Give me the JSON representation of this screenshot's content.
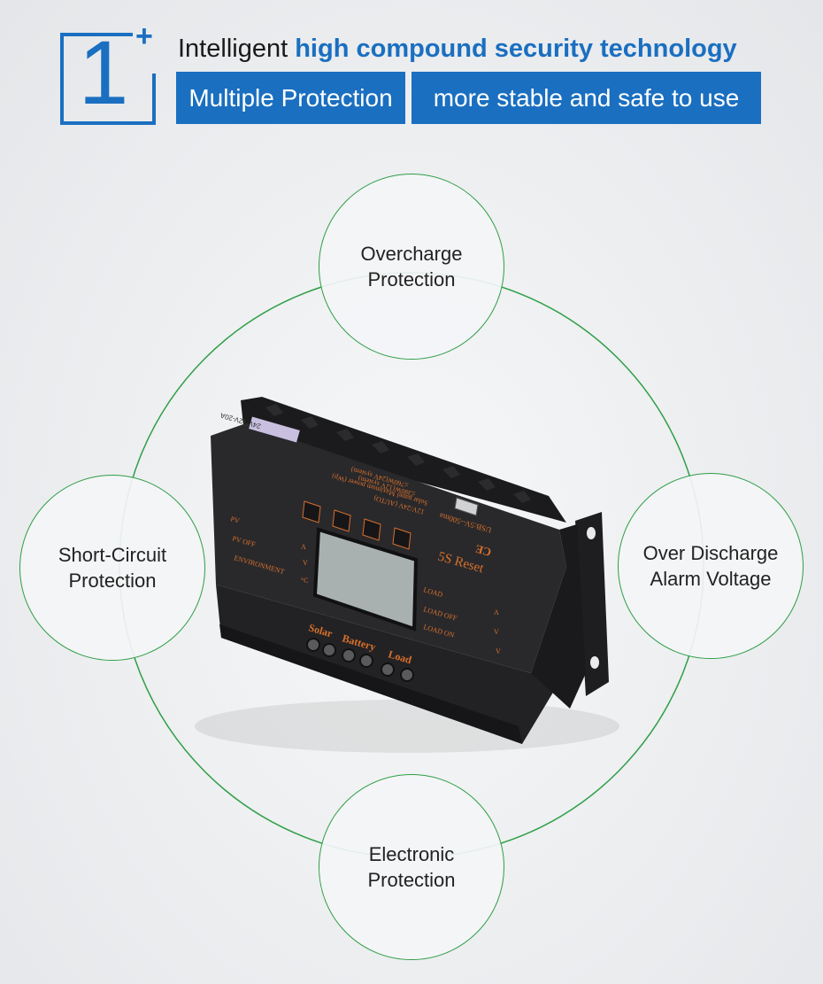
{
  "header": {
    "badge_number": "1",
    "badge_plus": "+",
    "headline_prefix": "Intelligent",
    "headline_highlight": "high compound security technology",
    "tag_left": "Multiple Protection",
    "tag_right": "more stable and safe to use"
  },
  "features": {
    "top": "Overcharge Protection",
    "left": "Short-Circuit Protection",
    "right": "Over Discharge Alarm Voltage",
    "bottom": "Electronic Protection"
  },
  "device": {
    "reset_label": "5S Reset",
    "brand_mark": "CE",
    "usb_spec": "USB:5V--500ma",
    "spec_line1": "12V/24V (AUTO)",
    "spec_line2": "Solar panel Maximum power (Wp)",
    "spec_line3": "≤380W(12V system)",
    "spec_line4": "≤760W(24V system)",
    "rating_label": "24V/12V-20A",
    "pv_label": "PV",
    "pv_off_label": "PV OFF",
    "environment_label": "ENVIRONMENT",
    "load_label": "LOAD",
    "load_off_label": "LOAD OFF",
    "load_on_label": "LOAD ON",
    "unit_a": "A",
    "unit_v": "V",
    "unit_c": "°C",
    "terminal_solar": "Solar",
    "terminal_battery": "Battery",
    "terminal_load": "Load"
  },
  "colors": {
    "brand_blue": "#1a6fc0",
    "circle_green": "#2e9e45",
    "device_body": "#262628",
    "print_orange": "#d9702a",
    "lcd": "#a9b0b0"
  }
}
